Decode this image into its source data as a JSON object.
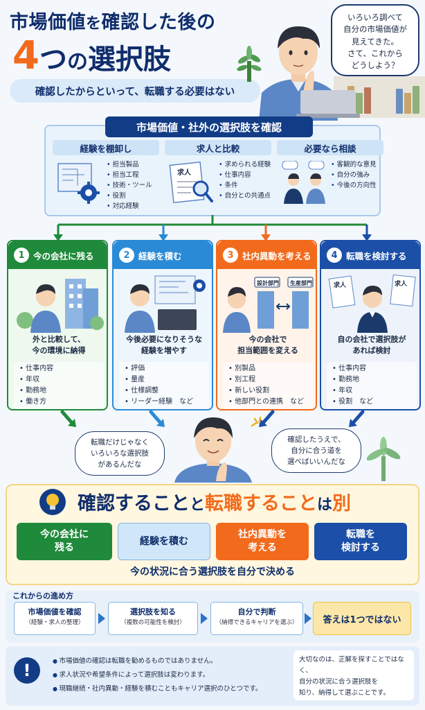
{
  "header": {
    "title_line1_a": "市場価値",
    "title_line1_b": "を",
    "title_line1_c": "確認した後の",
    "title_line2_num": "4",
    "title_line2_a": "つ",
    "title_line2_b": "の",
    "title_line2_c": "選択肢",
    "subtitle": "確認したからといって、転職する必要はない",
    "speech": [
      "いろいろ調べて",
      "自分の市場価値が",
      "見えてきた。",
      "さて、これから",
      "どうしよう？"
    ]
  },
  "market_value": {
    "title": "市場価値・社外の選択肢を確認",
    "columns": [
      {
        "heading": "経験を棚卸し",
        "items": [
          "担当製品",
          "担当工程",
          "技術・ツール",
          "役割",
          "対応経験"
        ]
      },
      {
        "heading": "求人と比較",
        "doc_label": "求人",
        "items": [
          "求められる経験",
          "仕事内容",
          "条件",
          "自分との共通点"
        ]
      },
      {
        "heading": "必要なら相談",
        "items": [
          "客観的な意見",
          "自分の強み",
          "今後の方向性"
        ]
      }
    ]
  },
  "options": [
    {
      "num": "1",
      "title": "今の会社に残る",
      "desc": [
        "外と比較して、",
        "今の環境に納得"
      ],
      "items": [
        "仕事内容",
        "年収",
        "勤務地",
        "働き方"
      ]
    },
    {
      "num": "2",
      "title": "経験を積む",
      "desc": [
        "今後必要になりそうな",
        "経験を増やす"
      ],
      "items": [
        "評価",
        "量産",
        "仕様調整",
        "リーダー経験　など"
      ]
    },
    {
      "num": "3",
      "title": "社内異動を考える",
      "dept_a": "設計部門",
      "dept_b": "生産部門",
      "desc": [
        "今の会社で",
        "担当範囲を変える"
      ],
      "items": [
        "別製品",
        "別工程",
        "新しい役割",
        "他部門との連携　など"
      ]
    },
    {
      "num": "4",
      "title": "転職を検討する",
      "doc_label_a": "求人",
      "doc_label_b": "求人",
      "desc": [
        "自の会社で選択肢が",
        "あれば検討"
      ],
      "items": [
        "仕事内容",
        "勤務地",
        "年収",
        "役割　など"
      ]
    }
  ],
  "middle": {
    "bubble_left": [
      "転職だけじゃなく",
      "いろいろな選択肢",
      "があるんだな"
    ],
    "bubble_right": [
      "確認したうえで、",
      "自分に合う道を",
      "選べばいいんだな"
    ]
  },
  "conclusion": {
    "title_a": "確認すること",
    "title_b": "と",
    "title_c": "転職すること",
    "title_d": "は",
    "title_e": "別",
    "buttons": [
      {
        "label": [
          "今の会社に",
          "残る"
        ],
        "color": "#1f8a3b"
      },
      {
        "label": [
          "経験を積む"
        ],
        "color": "#cfe7f8"
      },
      {
        "label": [
          "社内異動を",
          "考える"
        ],
        "color": "#f26a1b"
      },
      {
        "label": [
          "転職を",
          "検討する"
        ],
        "color": "#1b4fa8"
      }
    ],
    "subtitle": "今の状況に合う選択肢を自分で決める"
  },
  "steps": {
    "heading": "これからの進め方",
    "items": [
      {
        "a": "市場価値を確認",
        "b": "（経験・求人の整理）"
      },
      {
        "a": "選択肢を知る",
        "b": "（複数の可能性を検討）"
      },
      {
        "a": "自分で判断",
        "b": "（納得できるキャリアを選ぶ）"
      }
    ],
    "answer": "答えは1つではない"
  },
  "notes": {
    "items": [
      "市場価値の確認は転職を勧めるものではありません。",
      "求人状況や希望条件によって選択肢は変わります。",
      "現職継続・社内異動・経験を積むこともキャリア選択のひとつです。"
    ],
    "right": [
      "大切なのは、正解を探すことではなく、",
      "自分の状況に合う選択肢を",
      "知り、納得して選ぶことです。"
    ],
    "excl": "!"
  },
  "colors": {
    "navy": "#0f2d6b",
    "orange": "#f26a1b",
    "green": "#1f8a3b",
    "sky": "#2a8ad6",
    "blue": "#1b4fa8"
  }
}
